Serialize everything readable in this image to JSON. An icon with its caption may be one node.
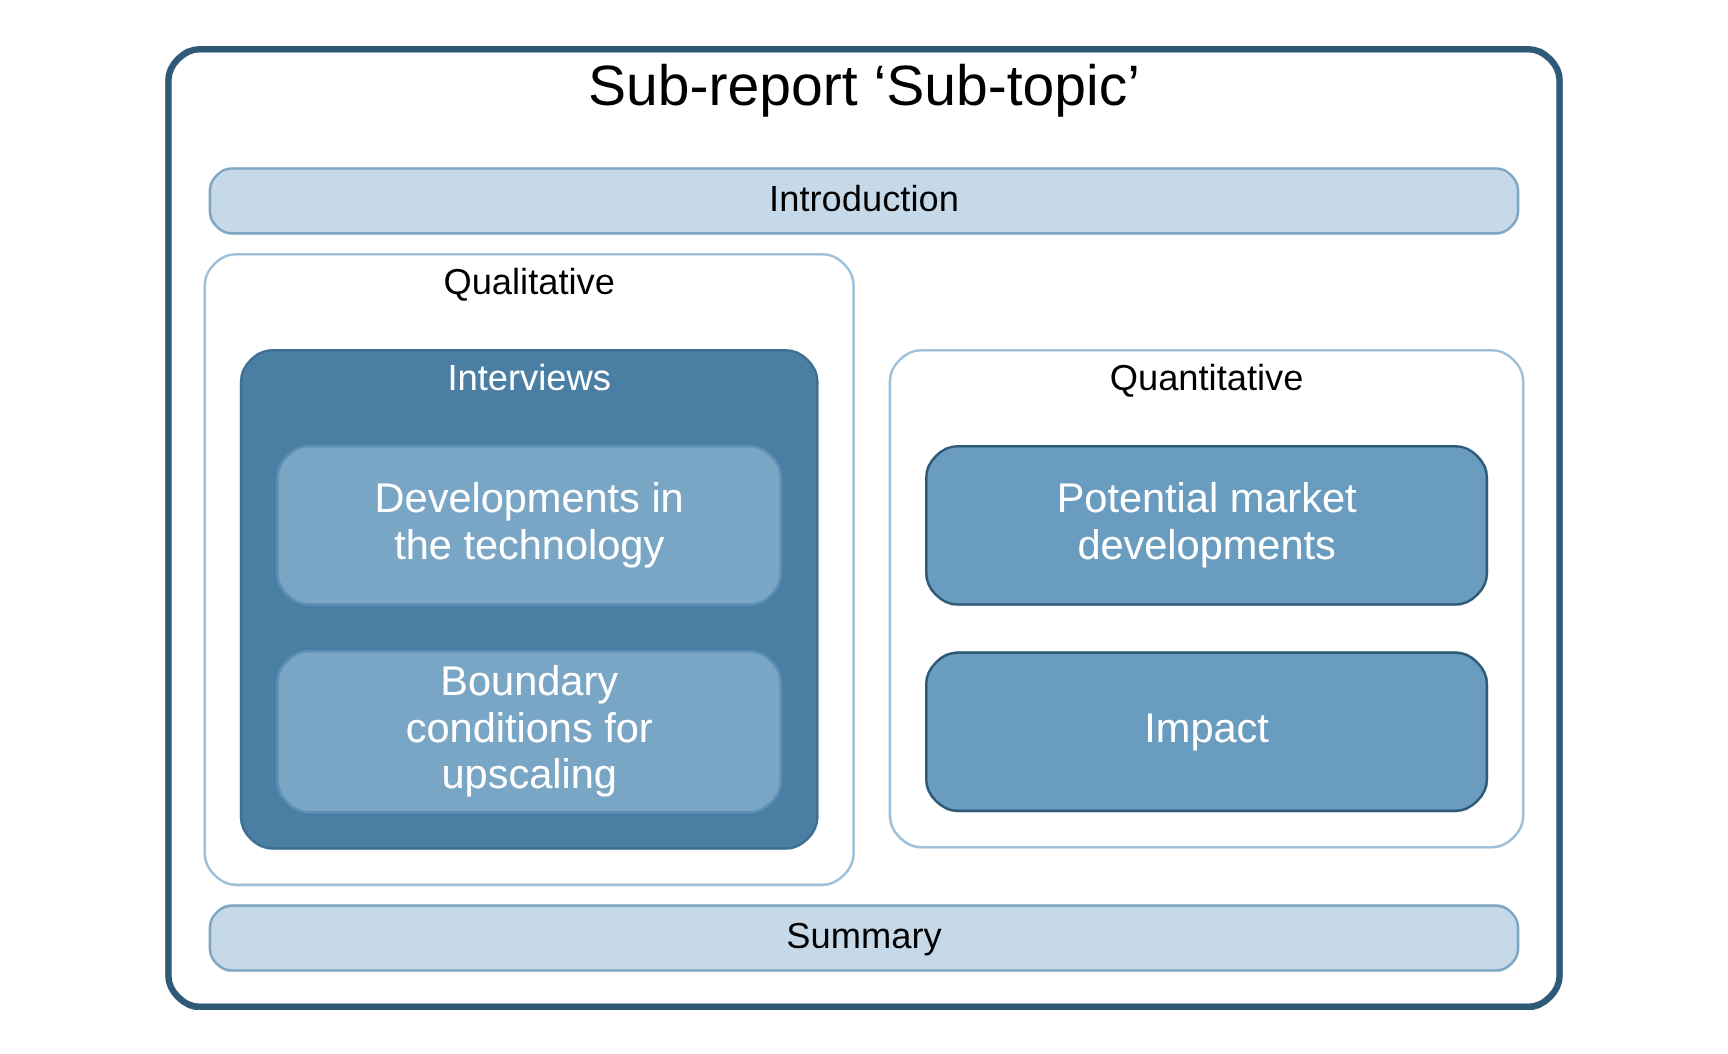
{
  "diagram": {
    "nodes": [
      {
        "text": [
          "Sub-report ‘Sub-topic’"
        ]
      },
      {
        "text": [
          "Introduction"
        ],
        "in": 0
      },
      {
        "text": [
          "Qualitative"
        ],
        "in": 0
      },
      {
        "text": [
          "Interviews"
        ],
        "in": 2
      },
      {
        "text": [
          "Developments in the technology"
        ],
        "in": 3
      },
      {
        "text": [
          "Boundary conditions for upscaling"
        ],
        "in": 3
      },
      {
        "text": [
          "Quantitative"
        ],
        "in": 0
      },
      {
        "text": [
          "Potential market developments"
        ],
        "in": 6
      },
      {
        "text": [
          "Impact"
        ],
        "in": 6
      },
      {
        "text": [
          "Summary"
        ],
        "in": 0
      }
    ],
    "edges": []
  }
}
